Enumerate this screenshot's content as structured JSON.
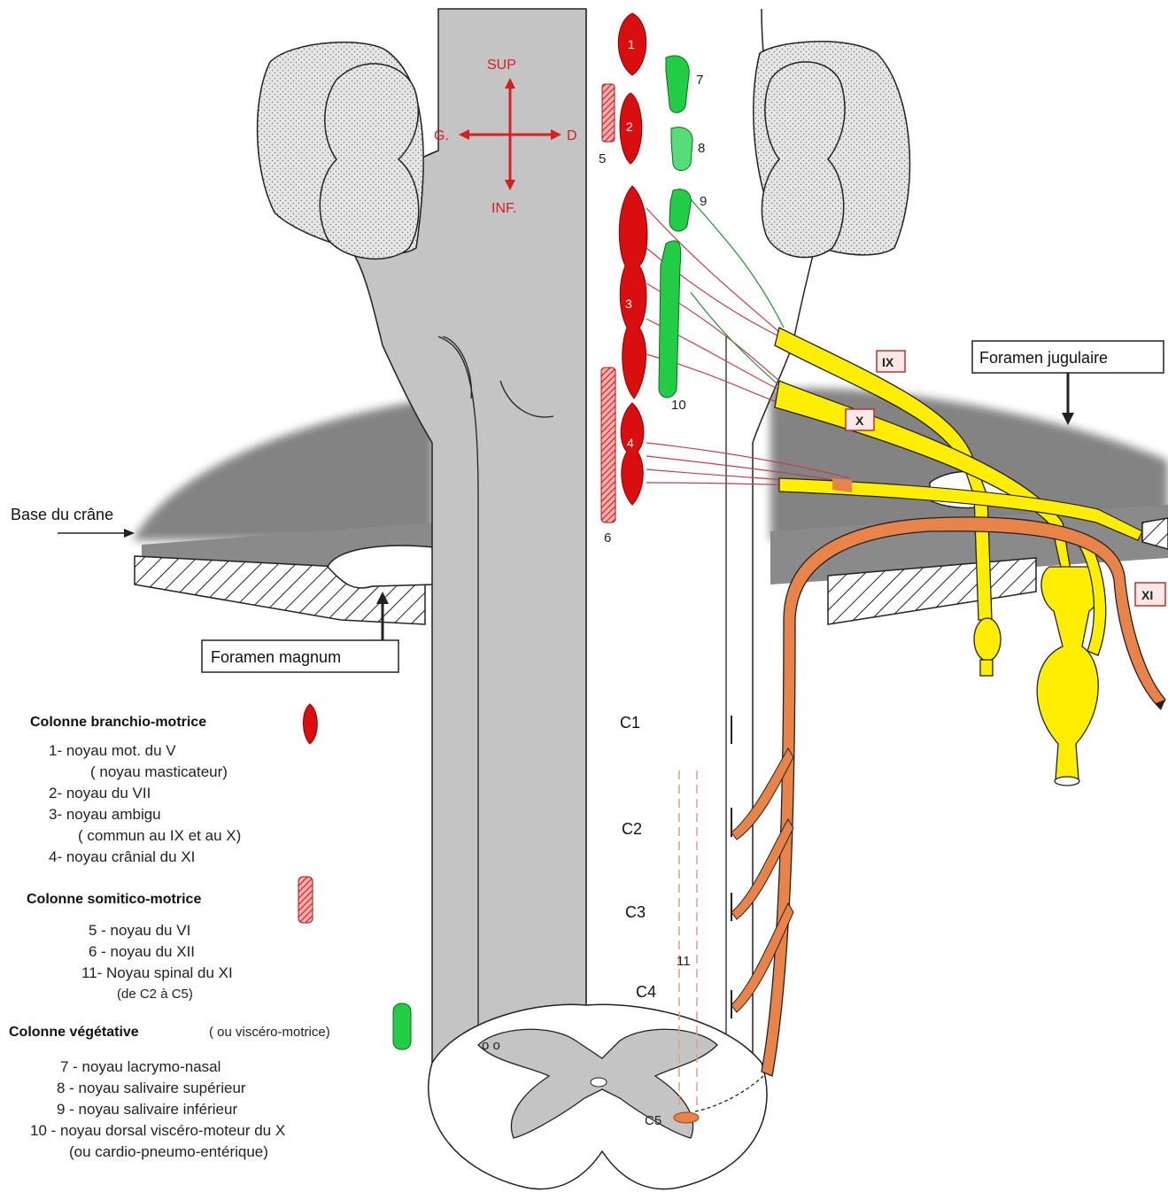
{
  "orientation": {
    "sup": "SUP",
    "inf": "INF.",
    "left": "G.",
    "right": "D"
  },
  "labels": {
    "base_du_crane": "Base du crâne",
    "foramen_magnum": "Foramen magnum",
    "foramen_jugulaire": "Foramen jugulaire",
    "nerve_ix": "IX",
    "nerve_x": "X",
    "nerve_xi": "XI",
    "c1": "C1",
    "c2": "C2",
    "c3": "C3",
    "c4": "C4",
    "c5": "C5",
    "n11": "11",
    "oo": "o o"
  },
  "nuclei": {
    "n1": "1",
    "n2": "2",
    "n3": "3",
    "n4": "4",
    "n5": "5",
    "n6": "6",
    "n7": "7",
    "n8": "8",
    "n9": "9",
    "n10": "10"
  },
  "legend": {
    "branchio": {
      "title": "Colonne branchio-motrice",
      "items": [
        "1- noyau mot. du V",
        "( noyau masticateur)",
        "2- noyau du VII",
        "3- noyau ambigu",
        "( commun au IX et au X)",
        "4- noyau crânial du XI"
      ]
    },
    "somitico": {
      "title": "Colonne somitico-motrice",
      "items": [
        "5 - noyau du VI",
        "6 - noyau du XII",
        "11- Noyau spinal du XI",
        "(de C2 à C5)"
      ]
    },
    "vegetative": {
      "title": "Colonne végétative",
      "subtitle": "( ou viscéro-motrice)",
      "items": [
        "7 - noyau lacrymo-nasal",
        "8  - noyau salivaire supérieur",
        "9  - noyau salivaire inférieur",
        "10 - noyau dorsal  viscéro-moteur  du X",
        "(ou cardio-pneumo-entérique)"
      ]
    }
  },
  "colors": {
    "branchio": "#d90f0f",
    "somitico": "#e05050",
    "vegetative": "#22cc44",
    "nerve_yellow": "#ffee00",
    "spinal_orange": "#e8844a",
    "brainstem_grey": "#c4c4c4",
    "skull_grey": "#8a8a8a"
  }
}
